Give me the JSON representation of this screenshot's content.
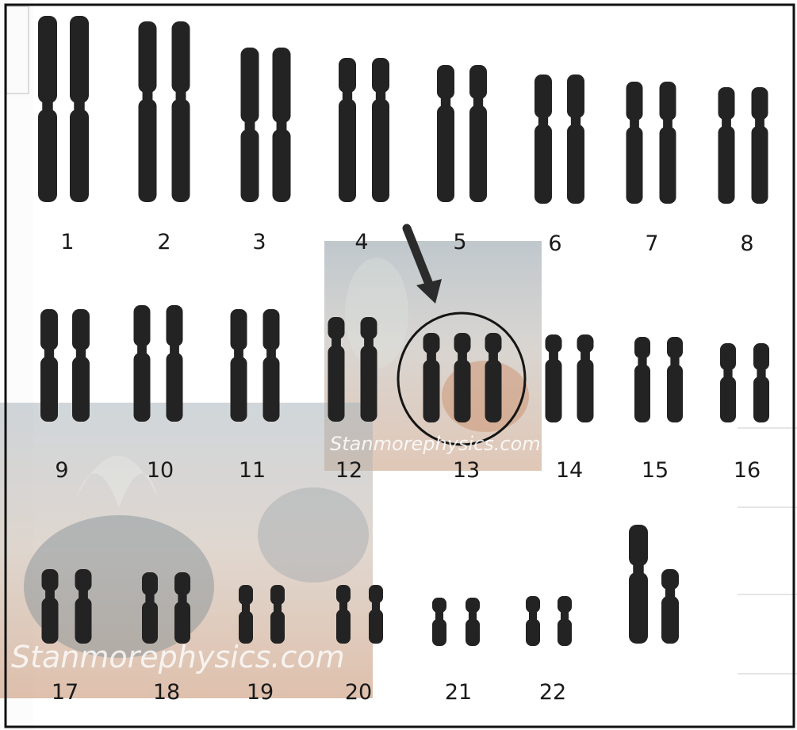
{
  "karyotype": {
    "row1_labels": [
      "1",
      "2",
      "3",
      "4",
      "5",
      "6",
      "7",
      "8"
    ],
    "row2_labels": [
      "9",
      "10",
      "11",
      "12",
      "13",
      "14",
      "15",
      "16"
    ],
    "row3_labels": [
      "17",
      "18",
      "19",
      "20",
      "21",
      "22"
    ],
    "trisomy_chromosome": "13",
    "trisomy_copies": 3,
    "sex_chromosomes_unlabeled": true
  },
  "watermarks": {
    "small": "Stanmorephysics.com",
    "large": "Stanmorephysics.com"
  },
  "colors": {
    "chromosome": "#232323",
    "frame": "#111111",
    "photo_overlay": "#a67f66",
    "highlight_circle": "#151515"
  }
}
